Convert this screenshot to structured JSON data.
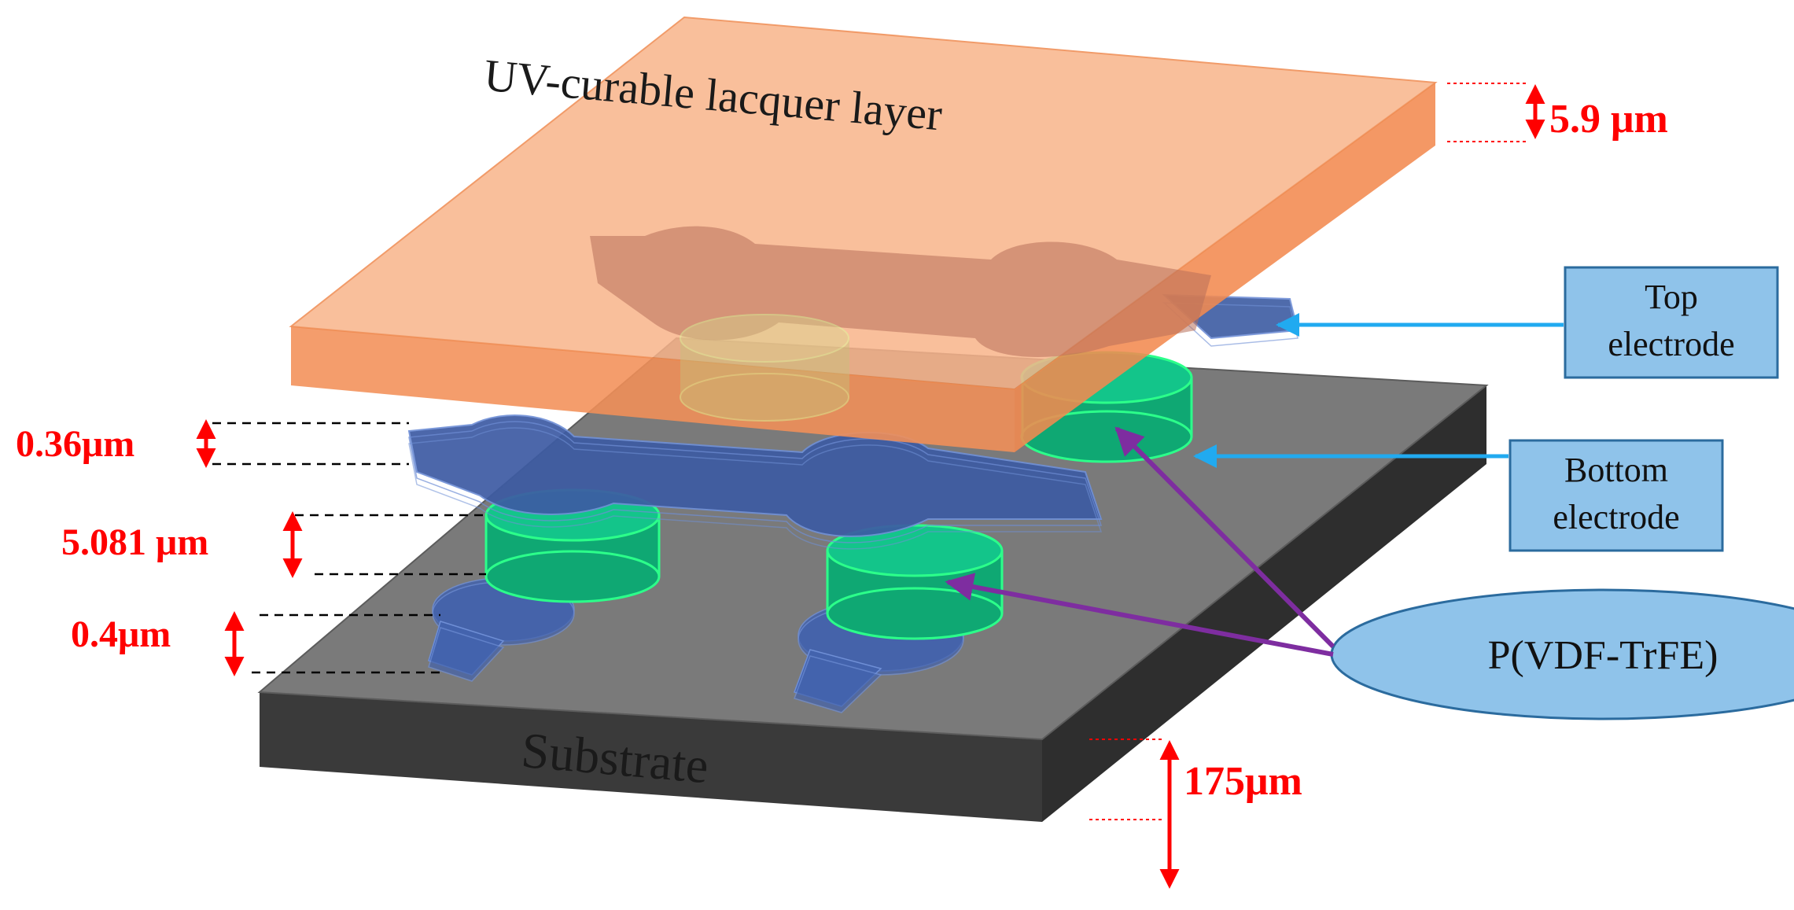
{
  "layers": {
    "lacquer_label": "UV-curable lacquer layer",
    "substrate_label": "Substrate"
  },
  "callouts": {
    "top_electrode": [
      "Top",
      "electrode"
    ],
    "bottom_electrode": [
      "Bottom",
      "electrode"
    ],
    "pvdf": "P(VDF-TrFE)"
  },
  "dimensions": {
    "lacquer_thickness": "5.9 μm",
    "top_electrode_thickness": "0.36μm",
    "pvdf_thickness": "5.081 μm",
    "bottom_electrode_thickness": "0.4μm",
    "substrate_thickness": "175μm"
  },
  "colors": {
    "lacquer": "#f9a46a",
    "substrate_top": "#7b7b7b",
    "substrate_side": "#404040",
    "electrode": "#3e5ea6",
    "pvdf": "#0fb37a",
    "pvdf_edge": "#2cff8a",
    "callout_fill": "#8fc3ea",
    "callout_stroke": "#2b6b9e",
    "arrow_blue": "#21aaf0",
    "arrow_purple": "#7e2da0",
    "dimension_red": "#ff0000"
  }
}
